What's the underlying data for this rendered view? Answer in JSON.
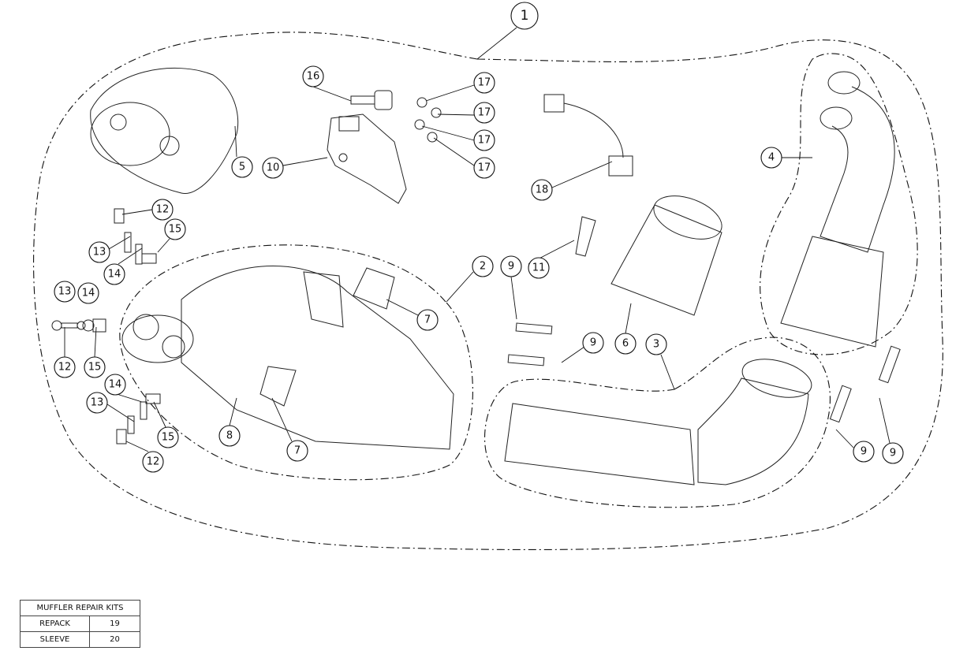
{
  "callouts": {
    "main": "1",
    "muffler": "2",
    "link_pipe": "3",
    "header": "4",
    "end_cap": "5",
    "sleeve": "6",
    "label": "7",
    "label2": "7",
    "rivet": "8",
    "spring": "9",
    "bracket": "10",
    "sealant": "11",
    "bolt": "12",
    "washer": "13",
    "spacer": "14",
    "clip": "15",
    "bolt_small": "16",
    "screw": "17",
    "sensor_cable": "18"
  },
  "repair_kits": {
    "title": "MUFFLER REPAIR KITS",
    "rows": [
      {
        "name": "REPACK",
        "number": "19"
      },
      {
        "name": "SLEEVE",
        "number": "20"
      }
    ]
  }
}
